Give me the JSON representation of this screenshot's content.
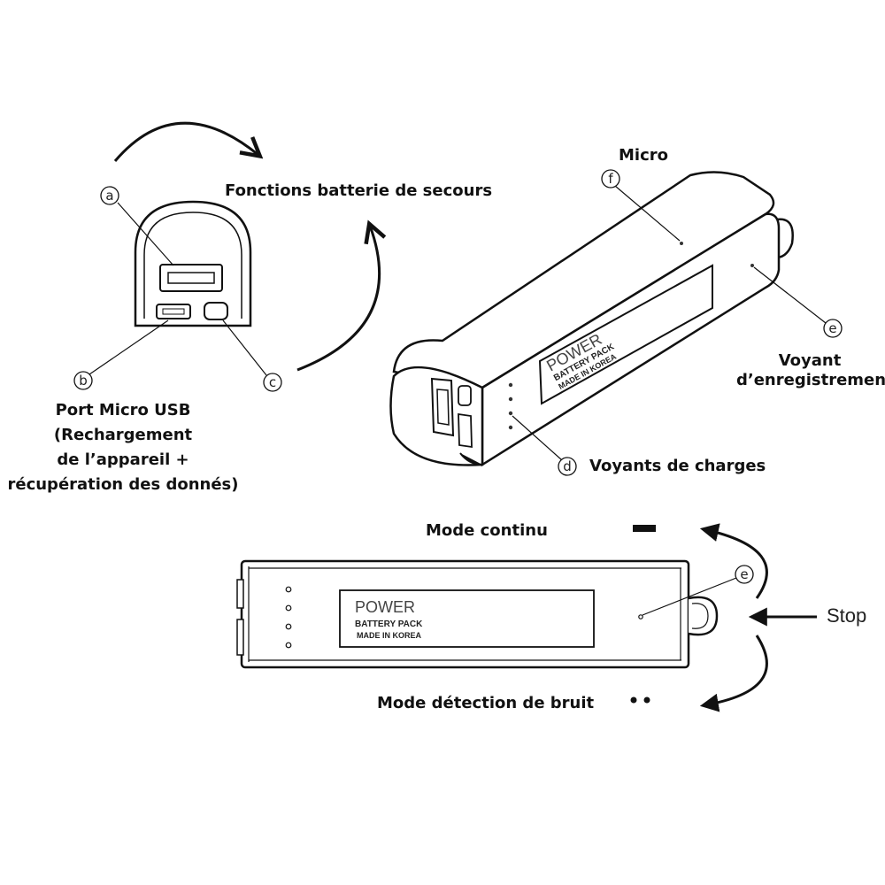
{
  "labels": {
    "backup": "Fonctions batterie de secours",
    "micro": "Micro",
    "recording_led": [
      "Voyant",
      "d’enregistrement"
    ],
    "charge_leds": "Voyants de charges",
    "micro_usb": [
      "Port Micro USB",
      "(Rechargement",
      "de l’appareil +",
      "récupération des donnés)"
    ],
    "mode_continuous": "Mode continu",
    "mode_noise": "Mode détection de bruit",
    "stop": "Stop"
  },
  "callouts": {
    "a": "a",
    "b": "b",
    "c": "c",
    "d": "d",
    "e": "e",
    "e2": "e",
    "f": "f"
  },
  "device_text": {
    "brand": "POWER",
    "model": "BATTERY PACK",
    "origin": "MADE IN KOREA"
  }
}
